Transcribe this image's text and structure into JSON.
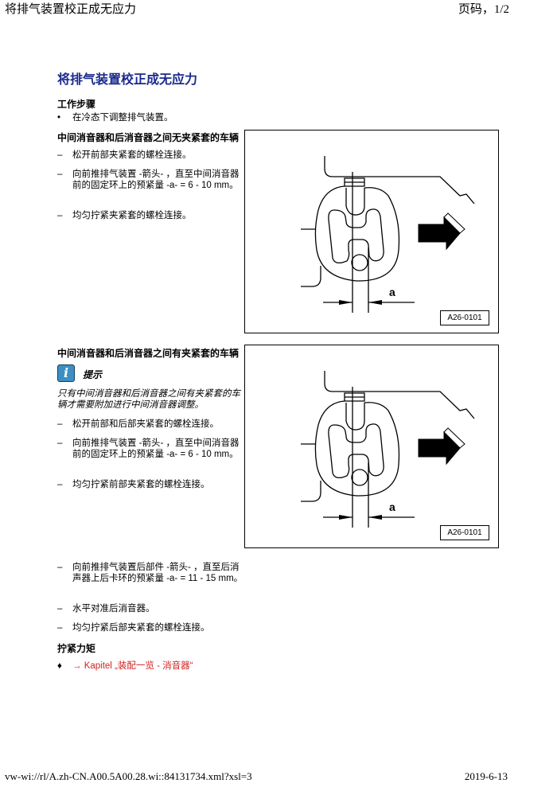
{
  "header": {
    "title": "将排气装置校正成无应力",
    "page": "页码，1/2"
  },
  "footer": {
    "path": "vw-wi://rl/A.zh-CN.A00.5A00.28.wi::84131734.xml?xsl=3",
    "date": "2019-6-13"
  },
  "main": {
    "title": "将排气装置校正成无应力",
    "steps_heading": "工作步骤",
    "step1": "在冷态下调整排气装置。",
    "bullet": "•",
    "dash": "–",
    "section1": {
      "heading": "中间消音器和后消音器之间无夹紧套的车辆",
      "items": [
        "松开前部夹紧套的螺栓连接。",
        "向前推排气装置 -箭头- ，直至中间消音器前的固定环上的预紧量 -a- = 6 - 10 mm。",
        "均匀拧紧夹紧套的螺栓连接。"
      ],
      "figure": {
        "label": "A26-0101",
        "dim": "a"
      }
    },
    "section2": {
      "heading": "中间消音器和后消音器之间有夹紧套的车辆",
      "note_title": "提示",
      "note_icon": "i",
      "note_text": "只有中间消音器和后消音器之间有夹紧套的车辆才需要附加进行中间消音器调整。",
      "items": [
        "松开前部和后部夹紧套的螺栓连接。",
        "向前推排气装置 -箭头- ，直至中间消音器前的固定环上的预紧量 -a- = 6 - 10 mm。",
        "均匀拧紧前部夹紧套的螺栓连接。"
      ],
      "figure": {
        "label": "A26-0101",
        "dim": "a"
      }
    },
    "section3": {
      "items": [
        "向前推排气装置后部件 -箭头- ，直至后消声器上后卡环的预紧量 -a- = 11 - 15 mm。",
        "水平对准后消音器。",
        "均匀拧紧后部夹紧套的螺栓连接。"
      ]
    },
    "torque_heading": "拧紧力矩",
    "diamond": "♦",
    "link": "→ Kapitel „装配一览 - 消音器“"
  }
}
